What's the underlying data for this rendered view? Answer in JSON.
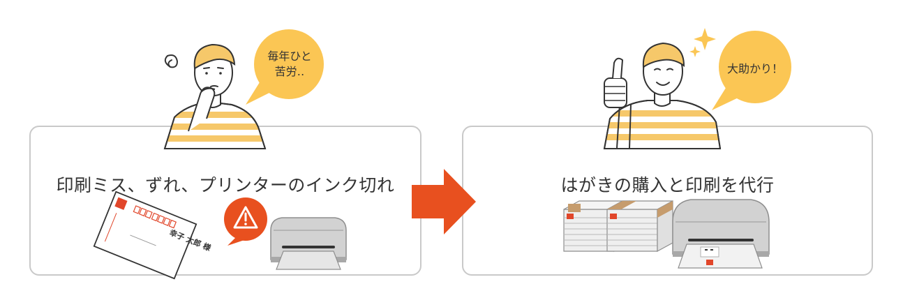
{
  "left": {
    "caption": "印刷ミス、ずれ、プリンターのインク切れ",
    "bubble_line_1": "毎年ひと",
    "bubble_line_2": "苦労‥",
    "postcard_name": "幸子 太郎 様",
    "person_icon": "worried-person-icon",
    "warning_icon": "warning-icon",
    "printer_icon": "printer-icon",
    "postcard_icon": "postcard-icon"
  },
  "right": {
    "caption": "はがきの購入と印刷を代行",
    "bubble": "大助かり！",
    "person_icon": "thumbs-up-person-icon",
    "stack_icon": "postcard-stack-icon",
    "printer_icon": "printer-icon",
    "sparkle_icon": "sparkle-icon"
  },
  "arrow_icon": "right-arrow-icon",
  "colors": {
    "accent_orange": "#e8501f",
    "bubble_yellow": "#fbc654",
    "stripe": "#f6c86a",
    "panel_border": "#c9c9c9",
    "stamp_red": "#e1462a",
    "printer_gray": "#b8b8b8"
  }
}
